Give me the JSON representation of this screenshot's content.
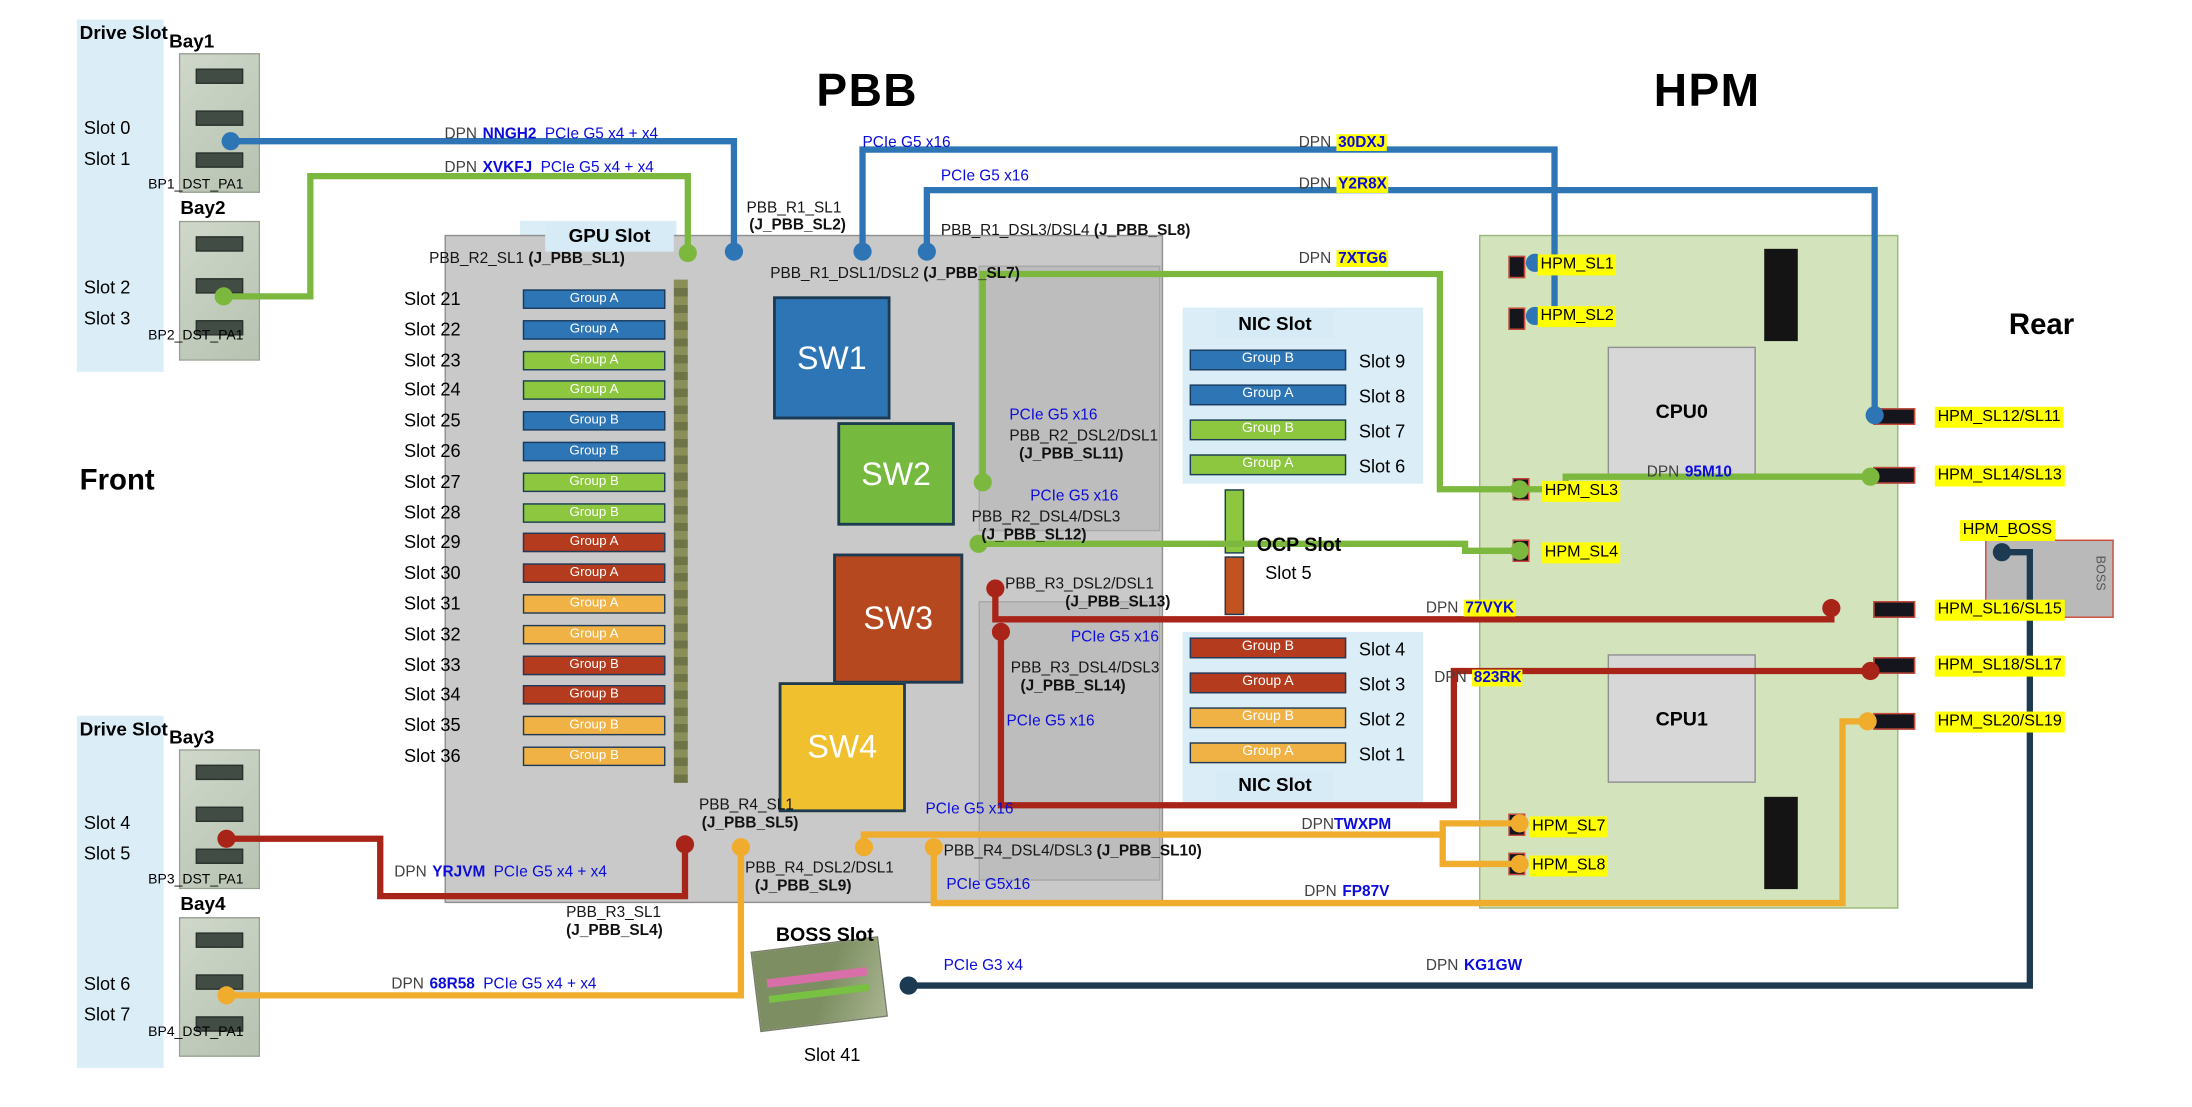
{
  "palette": {
    "bar_blue": "#2e75b6",
    "bar_green": "#8dc63f",
    "bar_red": "#b43b1e",
    "bar_yellow": "#f0b244",
    "cable_blue": "#2e75b6",
    "cable_green": "#7cb83e",
    "cable_red": "#a92418",
    "cable_yellow": "#f0ad2d",
    "cable_navy": "#1c3a52",
    "highlight_yellow": "#ffff00",
    "link_text_blue": "#0b0bdd",
    "ocp_green": "#8dc63f",
    "ocp_orange": "#c0531f"
  },
  "titles": {
    "pbb": "PBB",
    "hpm": "HPM",
    "front": "Front",
    "rear": "Rear"
  },
  "drive_top": {
    "header": "Drive Slot",
    "bay1": "Bay1",
    "bay2": "Bay2",
    "slot0": "Slot 0",
    "slot1": "Slot 1",
    "slot2": "Slot 2",
    "slot3": "Slot 3",
    "bp1": "BP1_DST_PA1",
    "bp2": "BP2_DST_PA1"
  },
  "drive_bottom": {
    "header": "Drive Slot",
    "bay3": "Bay3",
    "bay4": "Bay4",
    "slot4": "Slot 4",
    "slot5": "Slot 5",
    "slot6": "Slot 6",
    "slot7": "Slot 7",
    "bp3": "BP3_DST_PA1",
    "bp4": "BP4_DST_PA1"
  },
  "gpu": {
    "header": "GPU Slot",
    "conn_pre": "PBB_R2_SL1 ",
    "conn_bold": "(J_PBB_SL1)",
    "slots": [
      {
        "label": "Slot 21",
        "group": "Group A",
        "color": "#2e75b6"
      },
      {
        "label": "Slot 22",
        "group": "Group A",
        "color": "#2e75b6"
      },
      {
        "label": "Slot 23",
        "group": "Group A",
        "color": "#8dc63f"
      },
      {
        "label": "Slot 24",
        "group": "Group A",
        "color": "#8dc63f"
      },
      {
        "label": "Slot 25",
        "group": "Group B",
        "color": "#2e75b6"
      },
      {
        "label": "Slot 26",
        "group": "Group B",
        "color": "#2e75b6"
      },
      {
        "label": "Slot 27",
        "group": "Group B",
        "color": "#8dc63f"
      },
      {
        "label": "Slot 28",
        "group": "Group B",
        "color": "#8dc63f"
      },
      {
        "label": "Slot 29",
        "group": "Group A",
        "color": "#b43b1e"
      },
      {
        "label": "Slot 30",
        "group": "Group A",
        "color": "#b43b1e"
      },
      {
        "label": "Slot 31",
        "group": "Group A",
        "color": "#f0b244"
      },
      {
        "label": "Slot 32",
        "group": "Group A",
        "color": "#f0b244"
      },
      {
        "label": "Slot 33",
        "group": "Group B",
        "color": "#b43b1e"
      },
      {
        "label": "Slot 34",
        "group": "Group B",
        "color": "#b43b1e"
      },
      {
        "label": "Slot 35",
        "group": "Group B",
        "color": "#f0b244"
      },
      {
        "label": "Slot 36",
        "group": "Group B",
        "color": "#f0b244"
      }
    ]
  },
  "sw": {
    "sw1": "SW1",
    "sw2": "SW2",
    "sw3": "SW3",
    "sw4": "SW4"
  },
  "conn": {
    "r1sl1_1": "PBB_R1_SL1",
    "r1sl1_2": "(J_PBB_SL2)",
    "r1dsl12_pre": "PBB_R1_DSL1/DSL2 ",
    "r1dsl12_bold": "(J_PBB_SL7)",
    "r1dsl34_pre": "PBB_R1_DSL3/DSL4 ",
    "r1dsl34_bold": "(J_PBB_SL8)",
    "r2dsl21_1": "PBB_R2_DSL2/DSL1",
    "r2dsl21_2": "(J_PBB_SL11)",
    "r2dsl43_1": "PBB_R2_DSL4/DSL3",
    "r2dsl43_2": "(J_PBB_SL12)",
    "r3dsl21_1": "PBB_R3_DSL2/DSL1",
    "r3dsl21_2": "(J_PBB_SL13)",
    "r3dsl43_1": "PBB_R3_DSL4/DSL3",
    "r3dsl43_2": "(J_PBB_SL14)",
    "r3sl1_1": "PBB_R3_SL1",
    "r3sl1_2": "(J_PBB_SL4)",
    "r4sl1_1": "PBB_R4_SL1",
    "r4sl1_2": "(J_PBB_SL5)",
    "r4dsl21_1": "PBB_R4_DSL2/DSL1",
    "r4dsl21_2": "(J_PBB_SL9)",
    "r4dsl43_pre": "PBB_R4_DSL4/DSL3 ",
    "r4dsl43_bold": "(J_PBB_SL10)"
  },
  "nic_top": {
    "header": "NIC Slot",
    "rows": [
      {
        "group": "Group B",
        "slot": "Slot 9",
        "color": "#2e75b6"
      },
      {
        "group": "Group A",
        "slot": "Slot 8",
        "color": "#2e75b6"
      },
      {
        "group": "Group B",
        "slot": "Slot 7",
        "color": "#8dc63f"
      },
      {
        "group": "Group A",
        "slot": "Slot 6",
        "color": "#8dc63f"
      }
    ]
  },
  "nic_bottom": {
    "header": "NIC Slot",
    "rows": [
      {
        "group": "Group B",
        "slot": "Slot 4",
        "color": "#b43b1e"
      },
      {
        "group": "Group A",
        "slot": "Slot 3",
        "color": "#b43b1e"
      },
      {
        "group": "Group B",
        "slot": "Slot 2",
        "color": "#f0b244"
      },
      {
        "group": "Group A",
        "slot": "Slot 1",
        "color": "#f0b244"
      }
    ]
  },
  "ocp": {
    "title": "OCP Slot",
    "slot": "Slot 5"
  },
  "boss_slot": {
    "title": "BOSS Slot",
    "slot": "Slot 41"
  },
  "pcie": {
    "g5x16": "PCIe G5 x16",
    "g5x16ns": "PCIe G5x16",
    "g5x4x4": "PCIe G5 x4 + x4",
    "g3x4": "PCIe G3 x4"
  },
  "dpn_prefix": "DPN",
  "dpn": {
    "nngh2": "NNGH2",
    "xvkfj": "XVKFJ",
    "30dxj": "30DXJ",
    "y2r8x": "Y2R8X",
    "7xtg6": "7XTG6",
    "95m10": "95M10",
    "77vyk": "77VYK",
    "823rk": "823RK",
    "yrjvm": "YRJVM",
    "68r58": "68R58",
    "twxpm": "TWXPM",
    "fp87v": "FP87V",
    "kg1gw": "KG1GW"
  },
  "hpm": {
    "cpu0": "CPU0",
    "cpu1": "CPU1",
    "sl1": "HPM_SL1",
    "sl2": "HPM_SL2",
    "sl3": "HPM_SL3",
    "sl4": "HPM_SL4",
    "sl7": "HPM_SL7",
    "sl8": "HPM_SL8",
    "sl12_11": "HPM_SL12/SL11",
    "sl14_13": "HPM_SL14/SL13",
    "sl16_15": "HPM_SL16/SL15",
    "sl18_17": "HPM_SL18/SL17",
    "sl20_19": "HPM_SL20/SL19",
    "boss_conn": "HPM_BOSS",
    "boss_box": "BOSS"
  }
}
